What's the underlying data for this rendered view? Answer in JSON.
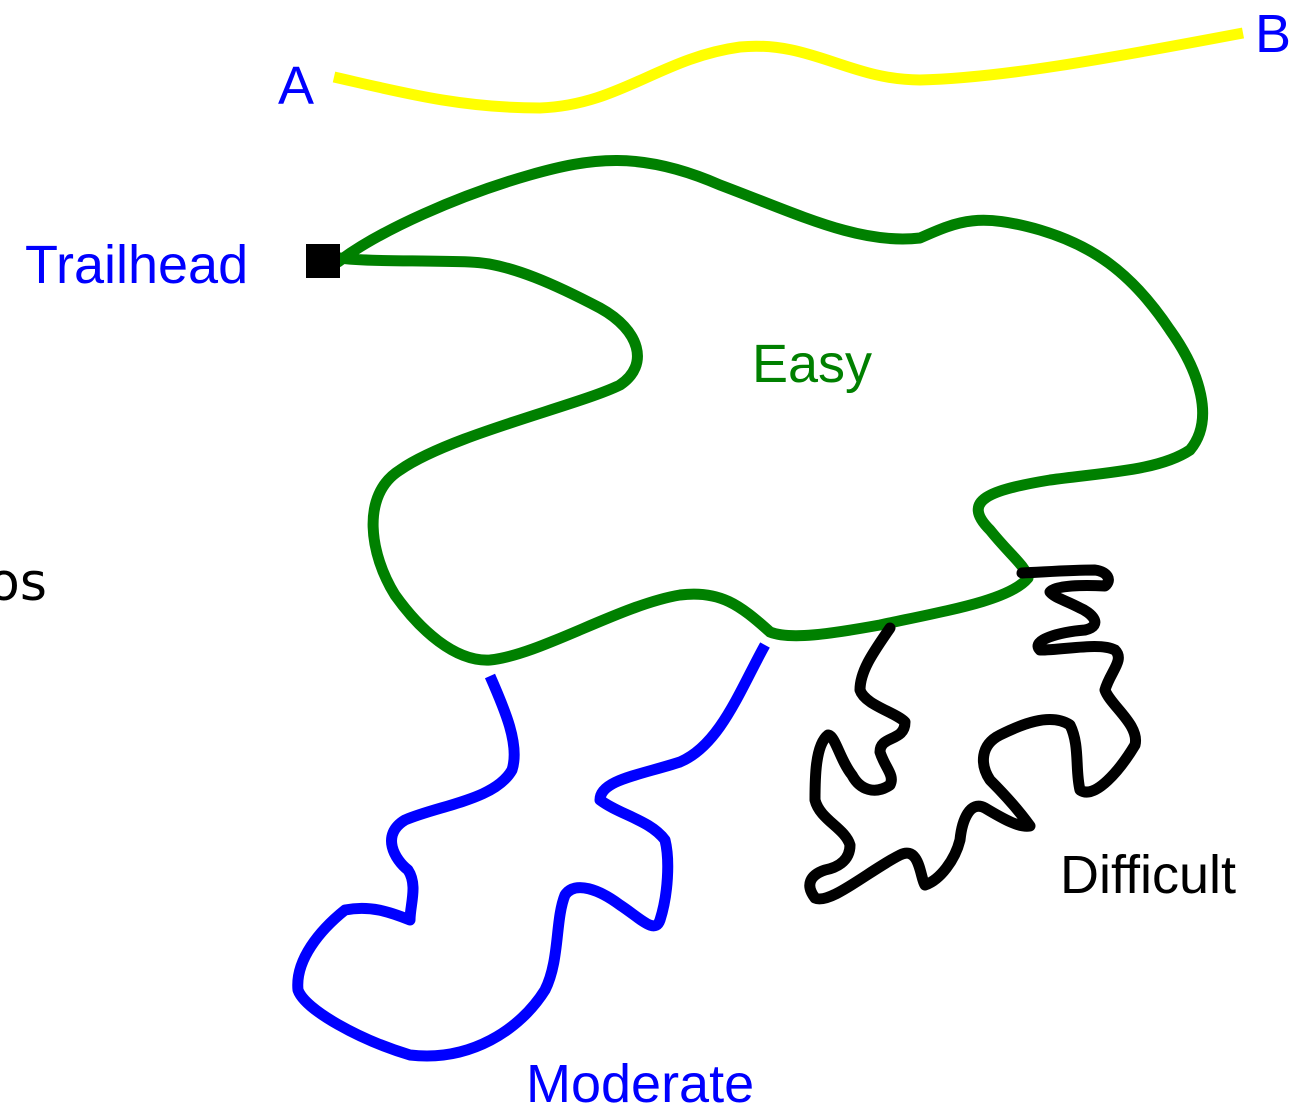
{
  "labels": {
    "a": "A",
    "b": "B",
    "trailhead": "Trailhead",
    "easy": "Easy",
    "moderate": "Moderate",
    "difficult": "Difficult",
    "left_fragment": "os"
  },
  "colors": {
    "yellow_path": "#ffff00",
    "easy_loop": "#008000",
    "moderate_trails": "#0000ff",
    "difficult_trail": "#000000",
    "endpoint_labels": "#0000ff",
    "trailhead_label": "#0000ff",
    "easy_label": "#008000",
    "moderate_label": "#0000ff",
    "difficult_label": "#000000",
    "fragment_text": "#000000",
    "trailhead_marker": "#000000"
  }
}
